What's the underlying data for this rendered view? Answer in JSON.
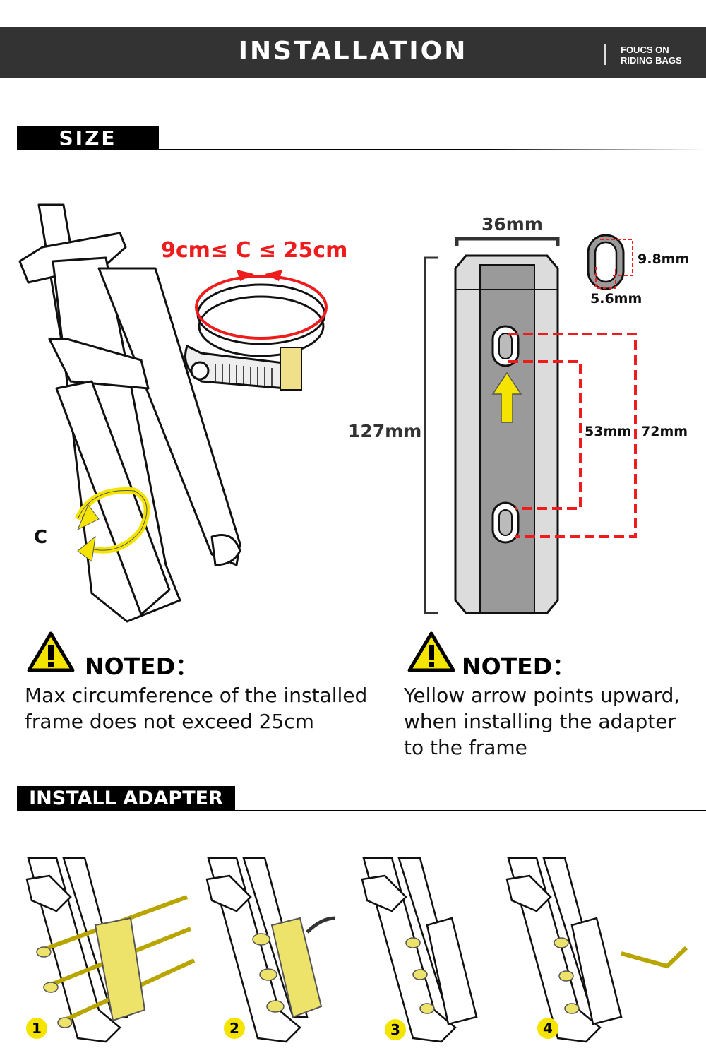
{
  "header": {
    "title": "INSTALLATION",
    "tagline_line1": "FOUCS ON",
    "tagline_line2": "RIDING BAGS"
  },
  "size_section": {
    "label": "SIZE",
    "circumference_range": "9cm≤ C ≤ 25cm",
    "c_label": "C",
    "width": "36mm",
    "length": "127mm",
    "hole_spacing_inner": "53mm",
    "hole_spacing_outer": "72mm",
    "hole_height": "9.8mm",
    "hole_width": "5.6mm"
  },
  "notes": [
    {
      "title": "NOTED：",
      "lines": [
        "Max circumference of the installed",
        "frame does not exceed 25cm"
      ]
    },
    {
      "title": "NOTED：",
      "lines": [
        "Yellow arrow points upward,",
        "when installing the adapter",
        "to the frame"
      ]
    }
  ],
  "install_section": {
    "label": "INSTALL ADAPTER",
    "steps": [
      "1",
      "2",
      "3",
      "4"
    ]
  },
  "colors": {
    "header_bg": "#333333",
    "accent_red": "#ee1c1c",
    "accent_yellow": "#f5e400",
    "adapter_gray": "#9a9a9a"
  }
}
